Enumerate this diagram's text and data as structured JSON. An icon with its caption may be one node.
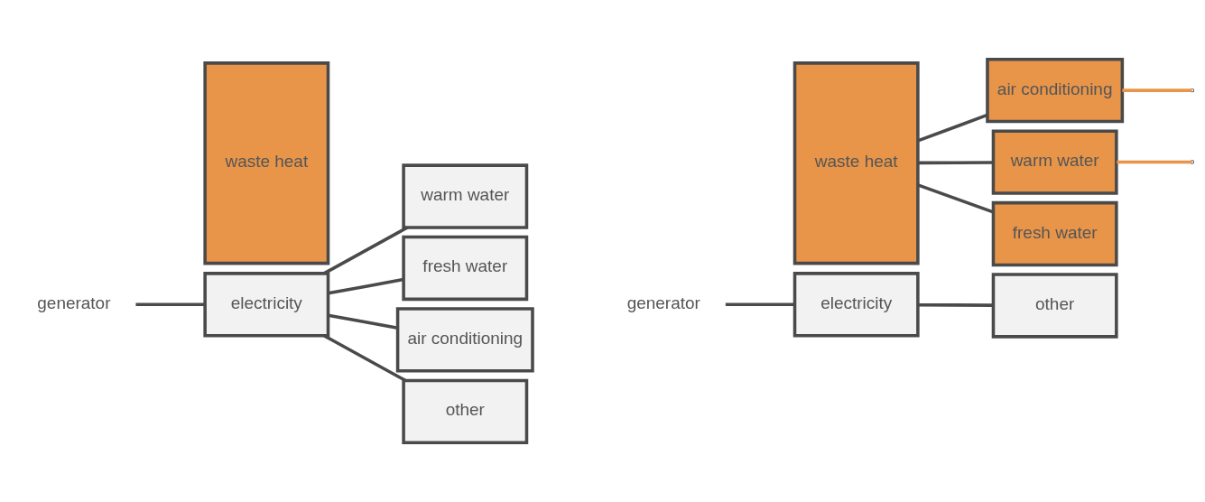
{
  "diagram": {
    "nodes": [
      {
        "text": [
          "waste heat"
        ]
      },
      {
        "text": [
          "electricity"
        ]
      },
      {
        "text": [
          "generator"
        ]
      },
      {
        "text": [
          "warm water"
        ]
      },
      {
        "text": [
          "fresh water"
        ]
      },
      {
        "text": [
          "air conditioning"
        ]
      },
      {
        "text": [
          "other"
        ]
      },
      {
        "text": [
          "waste heat"
        ]
      },
      {
        "text": [
          "electricity"
        ]
      },
      {
        "text": [
          "generator"
        ]
      },
      {
        "text": [
          "air conditioning"
        ]
      },
      {
        "text": [
          "warm water"
        ]
      },
      {
        "text": [
          "fresh water"
        ]
      },
      {
        "text": [
          "other"
        ]
      }
    ],
    "edges": [
      {
        "from": 2,
        "to": 1,
        "arrow": "none"
      },
      {
        "from": 1,
        "to": 3,
        "arrow": "none"
      },
      {
        "from": 1,
        "to": 4,
        "arrow": "none"
      },
      {
        "from": 1,
        "to": 5,
        "arrow": "none"
      },
      {
        "from": 1,
        "to": 6,
        "arrow": "none"
      },
      {
        "from": 9,
        "to": 8,
        "arrow": "none"
      },
      {
        "from": 7,
        "to": 10,
        "arrow": "none"
      },
      {
        "from": 7,
        "to": 11,
        "arrow": "none"
      },
      {
        "from": 7,
        "to": 12,
        "arrow": "none"
      },
      {
        "from": 8,
        "to": 13,
        "arrow": "none"
      },
      {
        "from": 10,
        "to": null,
        "arrow": "none",
        "color": "#e8954a"
      },
      {
        "from": 11,
        "to": null,
        "arrow": "none",
        "color": "#e8954a"
      }
    ]
  }
}
